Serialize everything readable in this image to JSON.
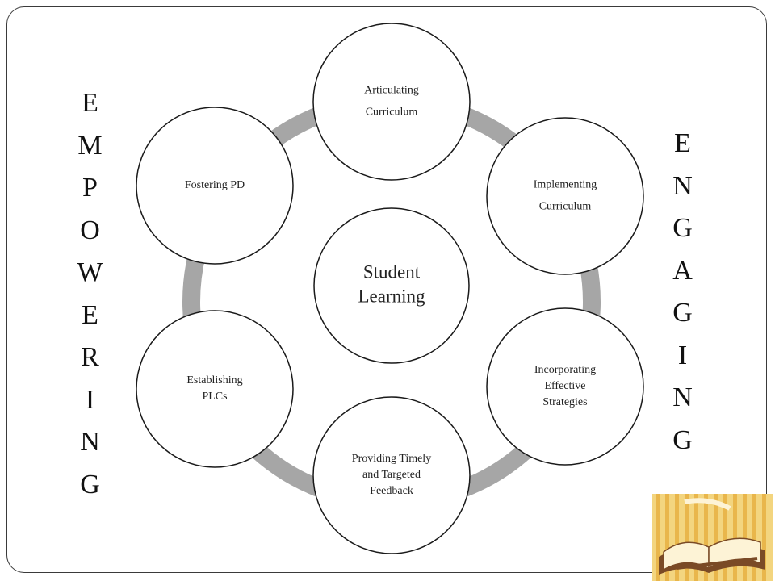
{
  "center_node": {
    "lines": [
      "Student",
      "Learning"
    ]
  },
  "cycle_nodes": [
    {
      "id": "articulating",
      "lines": [
        "Articulating",
        "Curriculum"
      ]
    },
    {
      "id": "implementing",
      "lines": [
        "Implementing",
        "Curriculum"
      ]
    },
    {
      "id": "incorporating",
      "lines": [
        "Incorporating",
        "Effective",
        "Strategies"
      ]
    },
    {
      "id": "providing",
      "lines": [
        "Providing Timely",
        "and Targeted",
        "Feedback"
      ]
    },
    {
      "id": "establishing",
      "lines": [
        "Establishing",
        "PLCs"
      ]
    },
    {
      "id": "fostering",
      "lines": [
        "Fostering PD"
      ]
    }
  ],
  "left_word": [
    "E",
    "M",
    "P",
    "O",
    "W",
    "E",
    "R",
    "I",
    "N",
    "G"
  ],
  "right_word": [
    "E",
    "N",
    "G",
    "A",
    "G",
    "I",
    "N",
    "G"
  ],
  "colors": {
    "ring": "#a6a6a6",
    "circle_stroke": "#1a1a1a",
    "text": "#222222",
    "art_background": "#f3d57f",
    "art_stripe": "#e9b64b",
    "art_page": "#fdf3d6",
    "art_book_brown": "#7a4a26"
  },
  "decoration": {
    "corner_art_icon": "open-book-icon"
  }
}
